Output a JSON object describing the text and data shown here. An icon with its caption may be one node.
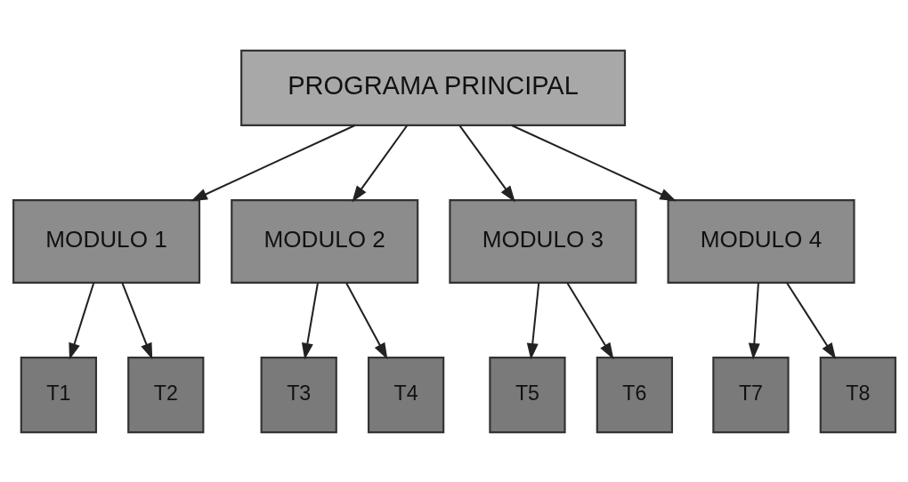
{
  "diagram": {
    "nodes": [
      {
        "text": [
          "PROGRAMA PRINCIPAL"
        ]
      },
      {
        "text": [
          "MODULO 1"
        ]
      },
      {
        "text": [
          "MODULO 2"
        ]
      },
      {
        "text": [
          "MODULO 3"
        ]
      },
      {
        "text": [
          "MODULO 4"
        ]
      },
      {
        "text": [
          "T1"
        ]
      },
      {
        "text": [
          "T2"
        ]
      },
      {
        "text": [
          "T3"
        ]
      },
      {
        "text": [
          "T4"
        ]
      },
      {
        "text": [
          "T5"
        ]
      },
      {
        "text": [
          "T6"
        ]
      },
      {
        "text": [
          "T7"
        ]
      },
      {
        "text": [
          "T8"
        ]
      }
    ],
    "edges": [
      {
        "from": 0,
        "to": 1,
        "arrow": "to"
      },
      {
        "from": 0,
        "to": 2,
        "arrow": "to"
      },
      {
        "from": 0,
        "to": 3,
        "arrow": "to"
      },
      {
        "from": 0,
        "to": 4,
        "arrow": "to"
      },
      {
        "from": 1,
        "to": 5,
        "arrow": "to"
      },
      {
        "from": 1,
        "to": 6,
        "arrow": "to"
      },
      {
        "from": 2,
        "to": 7,
        "arrow": "to"
      },
      {
        "from": 2,
        "to": 8,
        "arrow": "to"
      },
      {
        "from": 3,
        "to": 9,
        "arrow": "to"
      },
      {
        "from": 3,
        "to": 10,
        "arrow": "to"
      },
      {
        "from": 4,
        "to": 11,
        "arrow": "to"
      },
      {
        "from": 4,
        "to": 12,
        "arrow": "to"
      }
    ]
  }
}
